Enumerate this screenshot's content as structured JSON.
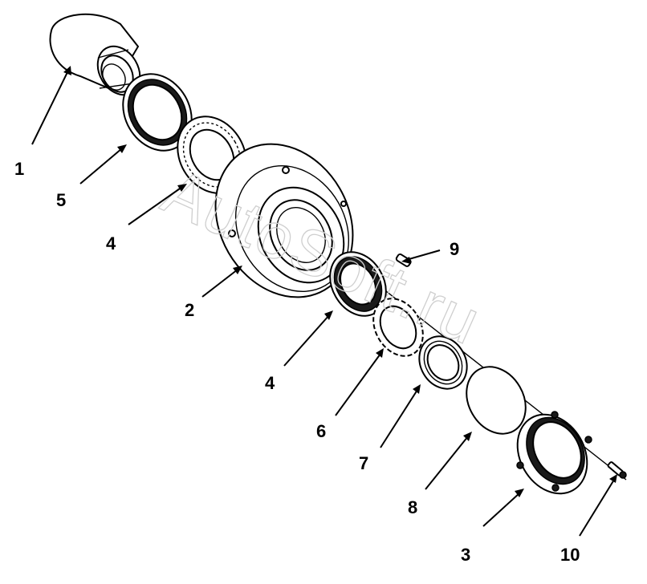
{
  "watermark": "AutoSoft.ru",
  "callouts": [
    {
      "id": "1",
      "label": "1"
    },
    {
      "id": "5",
      "label": "5"
    },
    {
      "id": "4a",
      "label": "4"
    },
    {
      "id": "2",
      "label": "2"
    },
    {
      "id": "9",
      "label": "9"
    },
    {
      "id": "4b",
      "label": "4"
    },
    {
      "id": "6",
      "label": "6"
    },
    {
      "id": "7",
      "label": "7"
    },
    {
      "id": "8",
      "label": "8"
    },
    {
      "id": "3",
      "label": "3"
    },
    {
      "id": "10",
      "label": "10"
    }
  ]
}
